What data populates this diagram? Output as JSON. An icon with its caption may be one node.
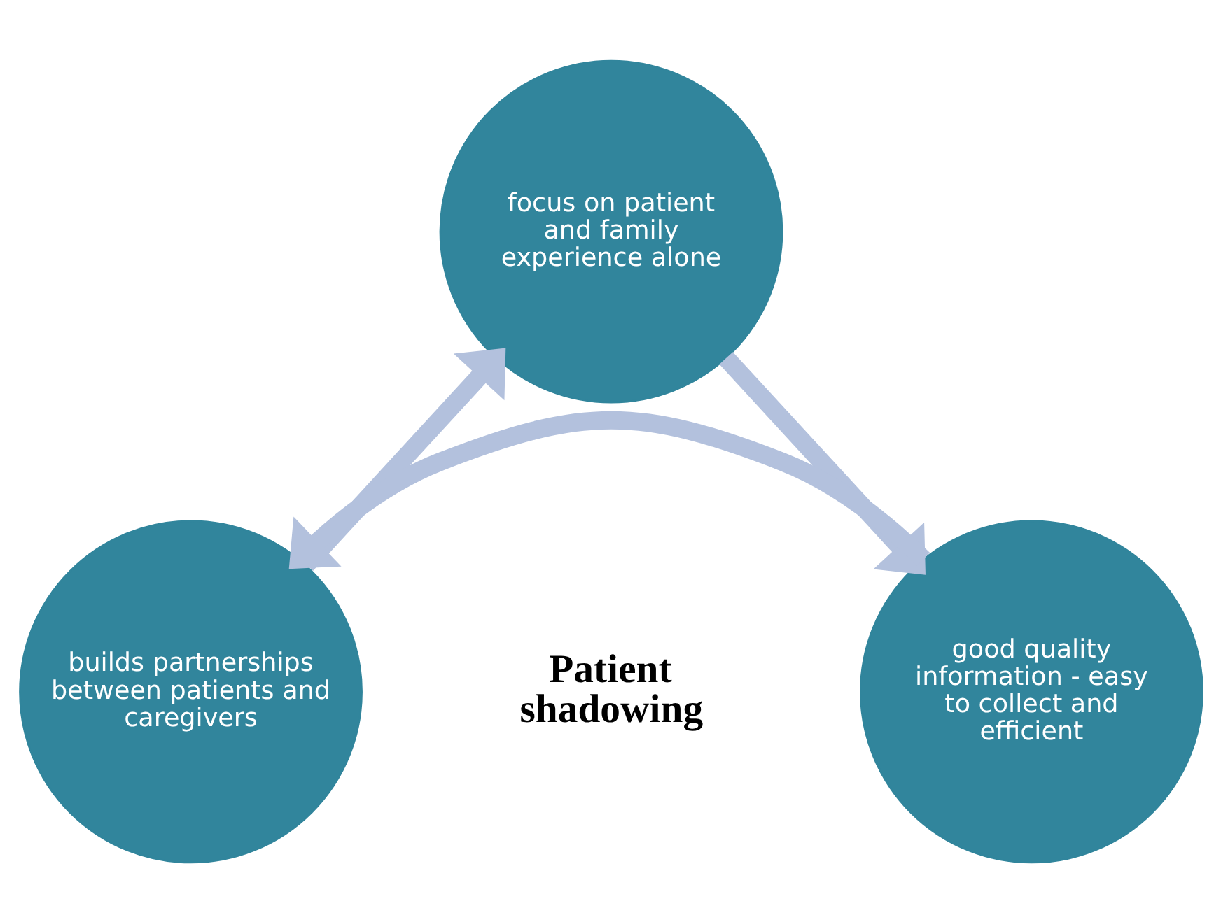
{
  "diagram": {
    "nodes": [
      {
        "text": [
          "focus on patient and family experience alone"
        ]
      },
      {
        "text": [
          "builds partnerships between patients and caregivers"
        ]
      },
      {
        "text": [
          "good quality information - easy to collect and efficient"
        ]
      }
    ],
    "edges": [
      {
        "from": 0,
        "to": 2,
        "arrow": "to"
      },
      {
        "from": 2,
        "to": 1,
        "arrow": "to"
      },
      {
        "from": 1,
        "to": 0,
        "arrow": "to"
      }
    ],
    "labels": [
      "Patient shadowing"
    ]
  }
}
